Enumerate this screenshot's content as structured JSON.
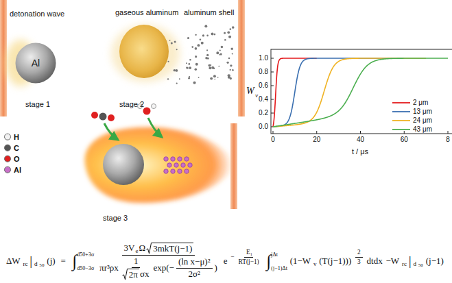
{
  "diagram": {
    "nodes": [
      {
        "text": [
          "Al"
        ]
      }
    ],
    "labels": [
      "detonation wave",
      "gaseous aluminum",
      "aluminum shell",
      "stage 1",
      "stage 2",
      "stage 3",
      "1.0",
      "0.8",
      "0.6",
      "0.4",
      "0.2",
      "0.0",
      "0",
      "20",
      "40",
      "60",
      "8",
      "W",
      "v",
      "t / μs",
      "ΔW",
      "rc",
      "|",
      "d",
      "50",
      "(j)",
      "=",
      "∫",
      "d50+3σ",
      "d50−3σ",
      "3V",
      "e",
      "Ω",
      "3mkT(j−1)",
      "πr³ρx",
      "1",
      "2π",
      "σx",
      "exp(−",
      "(ln x−μ)²",
      "2σ²",
      ")",
      "e",
      "−",
      "E",
      "i",
      "RT(j−1)",
      "∫",
      "jΔt",
      "(j−1)Δt",
      "(1−W",
      "v",
      "(T(j−1)))",
      "2",
      "3",
      "dtdx",
      "−W",
      "rc",
      "|",
      "d",
      "50",
      "(j−1)"
    ],
    "legend": [
      {
        "text": "H",
        "color": "#f2f2f2"
      },
      {
        "text": "C",
        "color": "#555555"
      },
      {
        "text": "O",
        "color": "#e02020"
      },
      {
        "text": "Al",
        "color": "#c86fc8"
      },
      {
        "text": "2 μm"
      },
      {
        "text": "13 μm"
      },
      {
        "text": "24 μm"
      },
      {
        "text": "43 μm"
      }
    ]
  }
}
